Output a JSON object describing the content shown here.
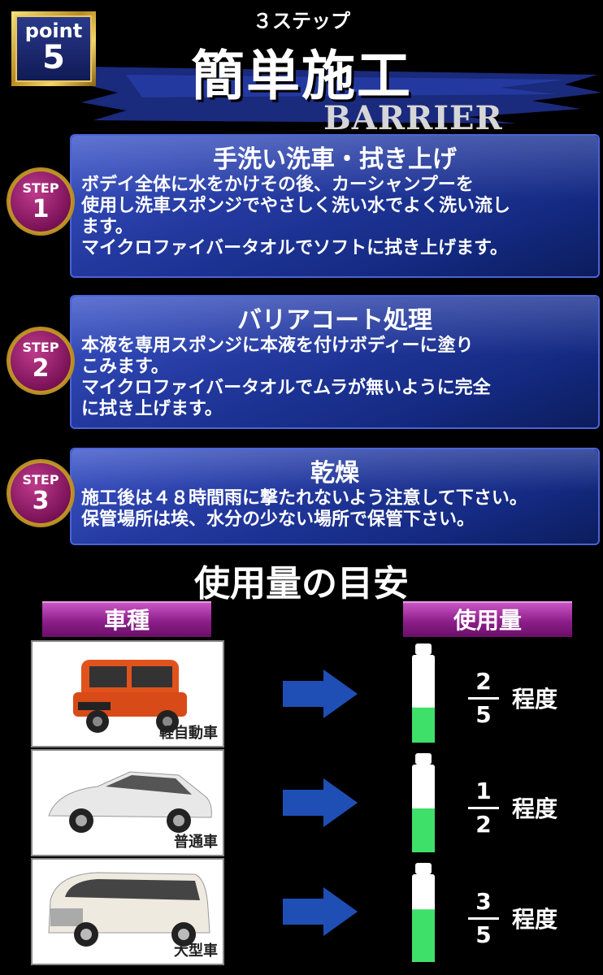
{
  "header": {
    "point_word": "point",
    "point_num": "5",
    "subtitle": "３ステップ",
    "title": "簡単施工",
    "brand": "BARRIER"
  },
  "steps": [
    {
      "medal_label": "STEP",
      "medal_num": "1",
      "title": "手洗い洗車・拭き上げ",
      "lines": [
        "ボデイ全体に水をかけその後、カーシャンプーを",
        "使用し洗車スポンジでやさしく洗い水でよく洗い流し",
        "ます。",
        "マイクロファイバータオルでソフトに拭き上げます。"
      ]
    },
    {
      "medal_label": "STEP",
      "medal_num": "2",
      "title": "バリアコート処理",
      "lines": [
        "本液を専用スポンジに本液を付けボディーに塗り",
        "こみます。",
        "マイクロファイバータオルでムラが無いように完全",
        "に拭き上げます。"
      ]
    },
    {
      "medal_label": "STEP",
      "medal_num": "3",
      "title": "乾燥",
      "lines": [
        "施工後は４８時間雨に撃たれないよう注意して下さい。",
        "保管場所は埃、水分の少ない場所で保管下さい。"
      ]
    }
  ],
  "usage": {
    "heading": "使用量の目安",
    "col_car": "車種",
    "col_amount": "使用量",
    "rows": [
      {
        "car": "軽自動車",
        "num": "2",
        "den": "5",
        "degree": "程度",
        "fill": 0.4
      },
      {
        "car": "普通車",
        "num": "1",
        "den": "2",
        "degree": "程度",
        "fill": 0.5
      },
      {
        "car": "大型車",
        "num": "3",
        "den": "5",
        "degree": "程度",
        "fill": 0.6
      }
    ]
  },
  "colors": {
    "step_blue": "#23399f",
    "header_purple": "#8d1e8a",
    "gold": "#c79a2a",
    "liquid_green": "#3ee06a",
    "arrow_blue": "#1f4fb5"
  }
}
